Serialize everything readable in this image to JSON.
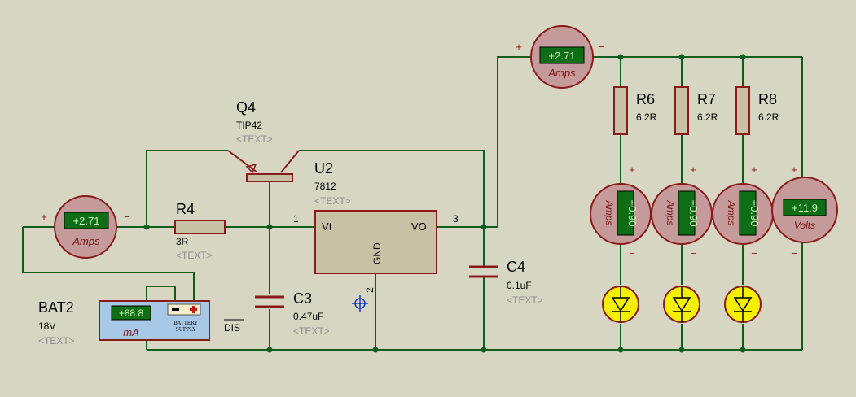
{
  "colors": {
    "background": "#d6d6c2",
    "wire": "#0b5e1e",
    "component": "#8b1a1a",
    "component_fill": "#c9c1a6",
    "meter_fill": "#c49a9a",
    "display_bg": "#0f6e15",
    "display_text": "#c8ffb4",
    "led_fill": "#f4f000",
    "battery_fill": "#a8c8e8",
    "meter_unit": "#7a1010",
    "text_placeholder": "#8c8c8c"
  },
  "components": {
    "q4": {
      "ref": "Q4",
      "value": "TIP42",
      "text": "<TEXT>"
    },
    "u2": {
      "ref": "U2",
      "value": "7812",
      "text": "<TEXT>",
      "pin_in": "VI",
      "pin_out": "VO",
      "pin_gnd": "GND",
      "pin1": "1",
      "pin2": "2",
      "pin3": "3"
    },
    "r4": {
      "ref": "R4",
      "value": "3R",
      "text": "<TEXT>"
    },
    "c3": {
      "ref": "C3",
      "value": "0.47uF",
      "text": "<TEXT>"
    },
    "c4": {
      "ref": "C4",
      "value": "0.1uF",
      "text": "<TEXT>"
    },
    "r6": {
      "ref": "R6",
      "value": "6.2R"
    },
    "r7": {
      "ref": "R7",
      "value": "6.2R"
    },
    "r8": {
      "ref": "R8",
      "value": "6.2R"
    },
    "bat2": {
      "ref": "BAT2",
      "value": "18V",
      "text": "<TEXT>",
      "display": "+88.8",
      "unit": "mA",
      "label_top": "BATTERY",
      "label_bottom": "SUPPLY",
      "dis": "DIS"
    }
  },
  "meters": {
    "input_ammeter": {
      "reading": "+2.71",
      "unit": "Amps",
      "plus": "+",
      "minus": "−"
    },
    "output_ammeter": {
      "reading": "+2.71",
      "unit": "Amps",
      "plus": "+",
      "minus": "−"
    },
    "branch1_ammeter": {
      "reading": "+0.90",
      "unit": "Amps",
      "plus": "+",
      "minus": "−"
    },
    "branch2_ammeter": {
      "reading": "+0.90",
      "unit": "Amps",
      "plus": "+",
      "minus": "−"
    },
    "branch3_ammeter": {
      "reading": "+0.90",
      "unit": "Amps",
      "plus": "+",
      "minus": "−"
    },
    "voltmeter": {
      "reading": "+11.9",
      "unit": "Volts",
      "plus": "+",
      "minus": "−"
    }
  }
}
